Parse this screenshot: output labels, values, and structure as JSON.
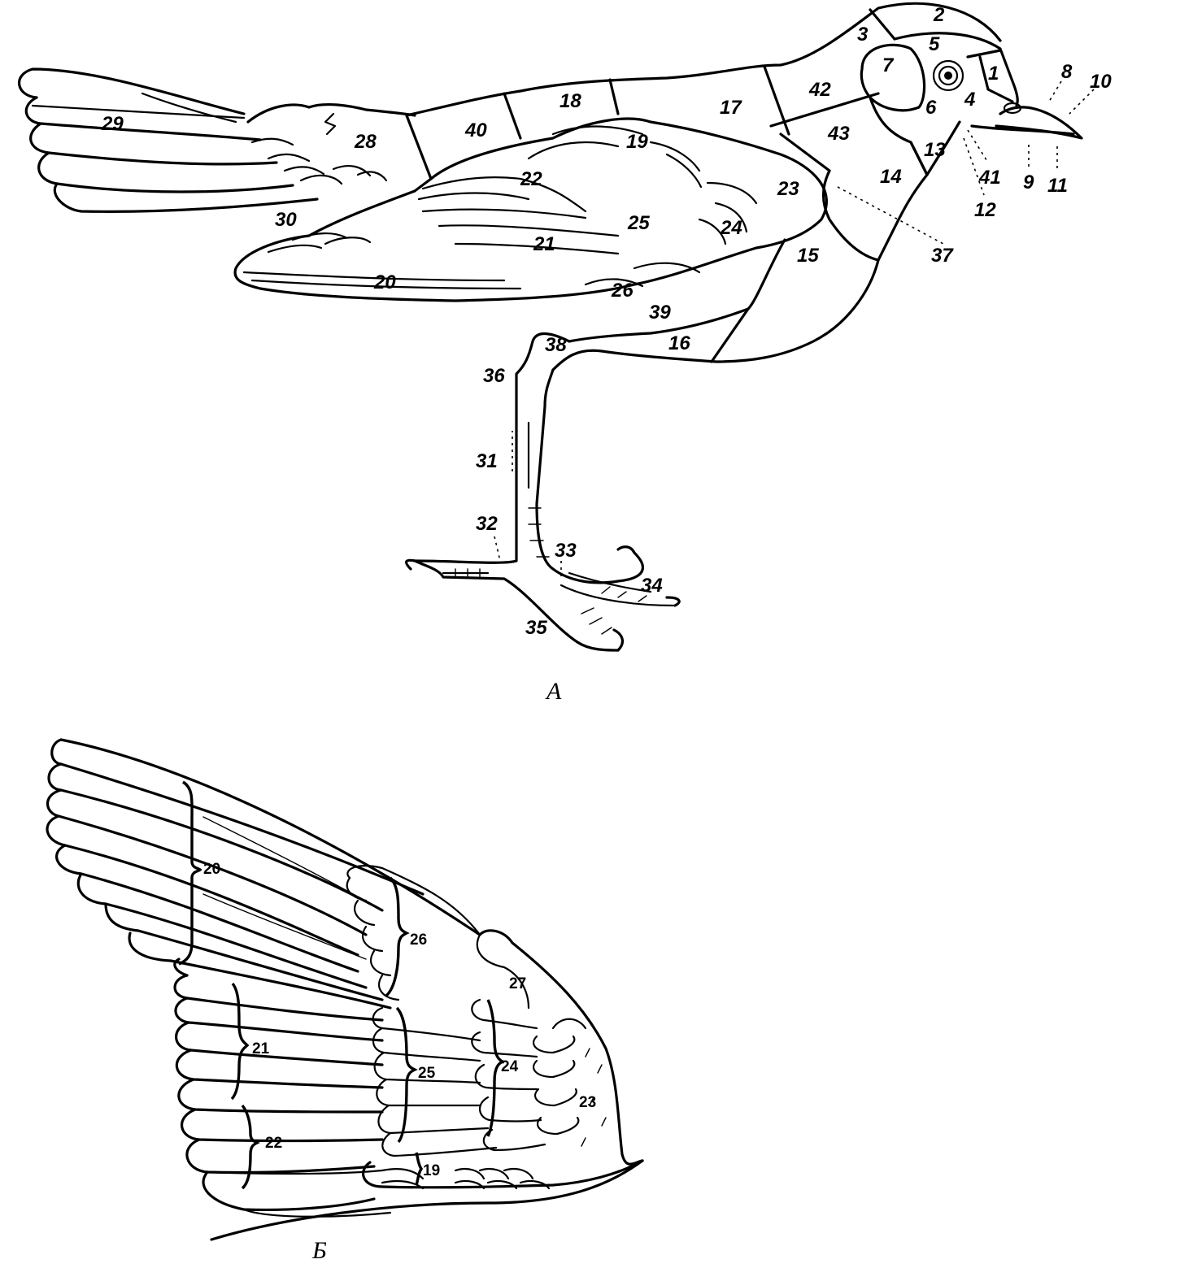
{
  "figure_a": {
    "caption": "А",
    "labels": [
      "1",
      "2",
      "3",
      "4",
      "5",
      "6",
      "7",
      "8",
      "9",
      "10",
      "11",
      "12",
      "13",
      "14",
      "15",
      "16",
      "17",
      "18",
      "19",
      "20",
      "21",
      "22",
      "23",
      "24",
      "25",
      "26",
      "28",
      "29",
      "30",
      "31",
      "32",
      "33",
      "34",
      "35",
      "36",
      "37",
      "38",
      "39",
      "40",
      "41",
      "42",
      "43"
    ]
  },
  "figure_b": {
    "caption": "Б",
    "labels": [
      "20",
      "26",
      "27",
      "21",
      "25",
      "24",
      "23",
      "22",
      "19"
    ]
  }
}
